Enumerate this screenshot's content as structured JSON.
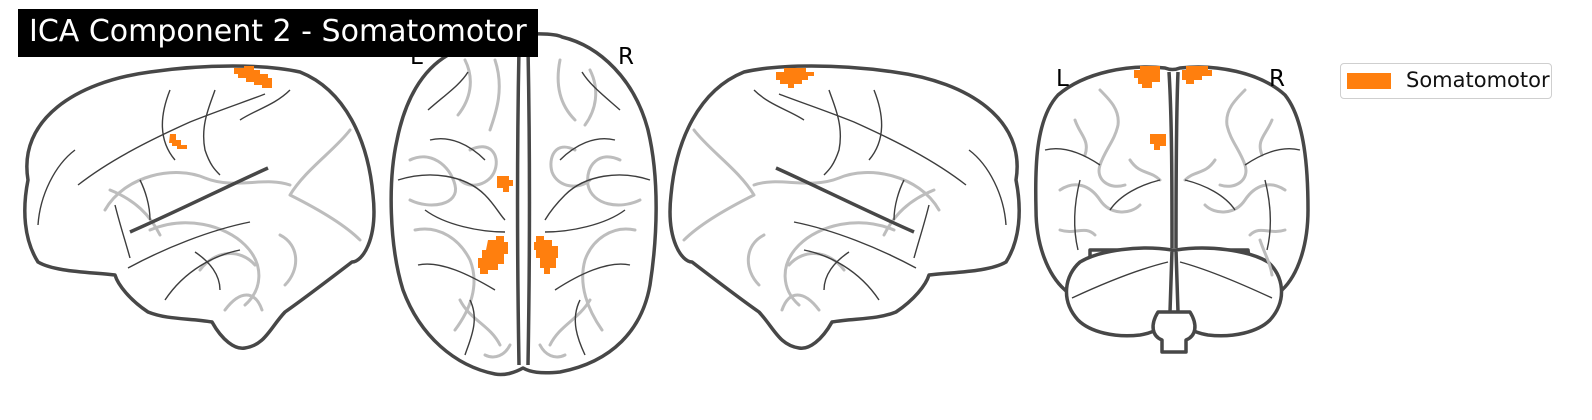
{
  "title": "ICA Component 2 - Somatomotor",
  "orientation": {
    "left": "L",
    "right": "R"
  },
  "legend": {
    "label": "Somatomotor",
    "color": "#ff7f0e"
  },
  "colors": {
    "outline": "#474747",
    "ghost_sulci": "#bdbdbd",
    "title_background": "#000000",
    "title_text": "#ffffff"
  },
  "views": [
    {
      "name": "sagittal-left-view"
    },
    {
      "name": "axial-view"
    },
    {
      "name": "sagittal-right-view"
    },
    {
      "name": "coronal-view"
    }
  ]
}
